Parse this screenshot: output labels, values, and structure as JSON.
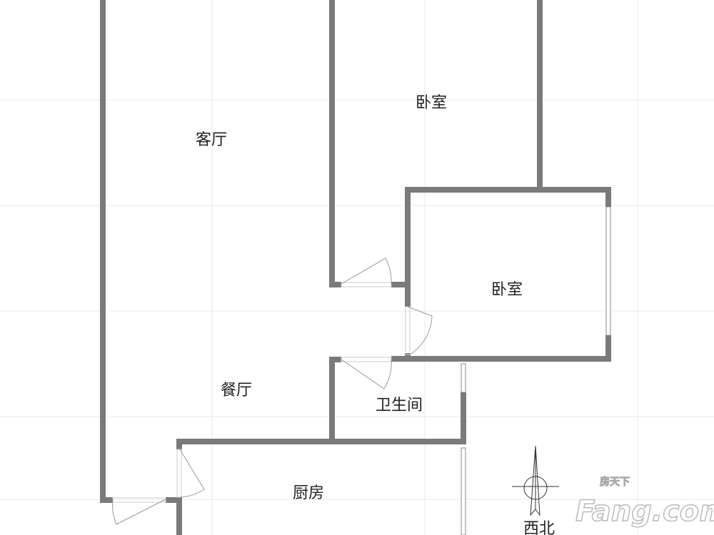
{
  "rooms": {
    "living_room": "客厅",
    "bedroom_north": "卧室",
    "bedroom_east": "卧室",
    "dining_room": "餐厅",
    "bathroom": "卫生间",
    "kitchen": "厨房"
  },
  "compass": {
    "direction_label": "西北",
    "icon": "north-arrow-compass"
  },
  "watermark": {
    "brand_cn": "房天下",
    "brand_en": "Fang.com"
  },
  "colors": {
    "wall": "#7a7a7a",
    "grid": "#e6e6e6",
    "door_line": "#999999"
  }
}
